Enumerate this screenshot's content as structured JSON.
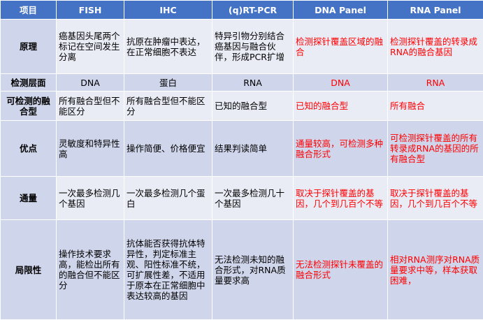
{
  "colors": {
    "header_bg": "#4472c4",
    "header_text": "#ffffff",
    "band_light": "#e9ebf5",
    "band_dark": "#cfd5ea",
    "highlight_text": "#ff0000"
  },
  "headers": [
    "项目",
    "FISH",
    "IHC",
    "(q)RT-PCR",
    "DNA Panel",
    "RNA Panel"
  ],
  "rows": [
    {
      "label": "原理",
      "cells": [
        "癌基因头尾两个标记在空间发生分离",
        "抗原在肿瘤中表达，在正常细胞不表达",
        "特异引物分别结合癌基因与融合伙伴，形成PCR扩增",
        "检测探针覆盖区域的融合",
        "检测探针覆盖的转录成RNA的融合基因"
      ]
    },
    {
      "label": "检测层面",
      "cells": [
        "DNA",
        "蛋白",
        "RNA",
        "DNA",
        "RNA"
      ]
    },
    {
      "label": "可检测的融合型",
      "cells": [
        "所有融合型但不能区分",
        "所有融合型但不能区分",
        "已知的融合型",
        "已知的融合型",
        "所有融合"
      ]
    },
    {
      "label": "优点",
      "cells": [
        "灵敏度和特异性高",
        "操作简便、价格便宜",
        "结果判读简单",
        "通量较高，可检测多种融合形式",
        "可检测探针覆盖的所有转录成RNA的基因的所有融合型"
      ]
    },
    {
      "label": "通量",
      "cells": [
        "一次最多检测几个基因",
        "一次最多检测几个蛋白",
        "一次最多检测几十个基因",
        "取决于探针覆盖的基因，几个到几百个不等",
        "取决于探针覆盖的基因，几个到几百个不等"
      ]
    },
    {
      "label": "局限性",
      "cells": [
        "操作技术要求高，能检出所有的融合但不能区分",
        "抗体能否获得抗体特异性，判定标准主观、阳性标准不统，可扩展性差，不适用于原本在正常细胞中表达较高的基因",
        "无法检测未知的融合形式，对RNA质量要求高",
        "无法检测探针未覆盖的融合形式",
        "相对RNA测序对RNA质量要求中等，样本获取困难，"
      ]
    }
  ]
}
